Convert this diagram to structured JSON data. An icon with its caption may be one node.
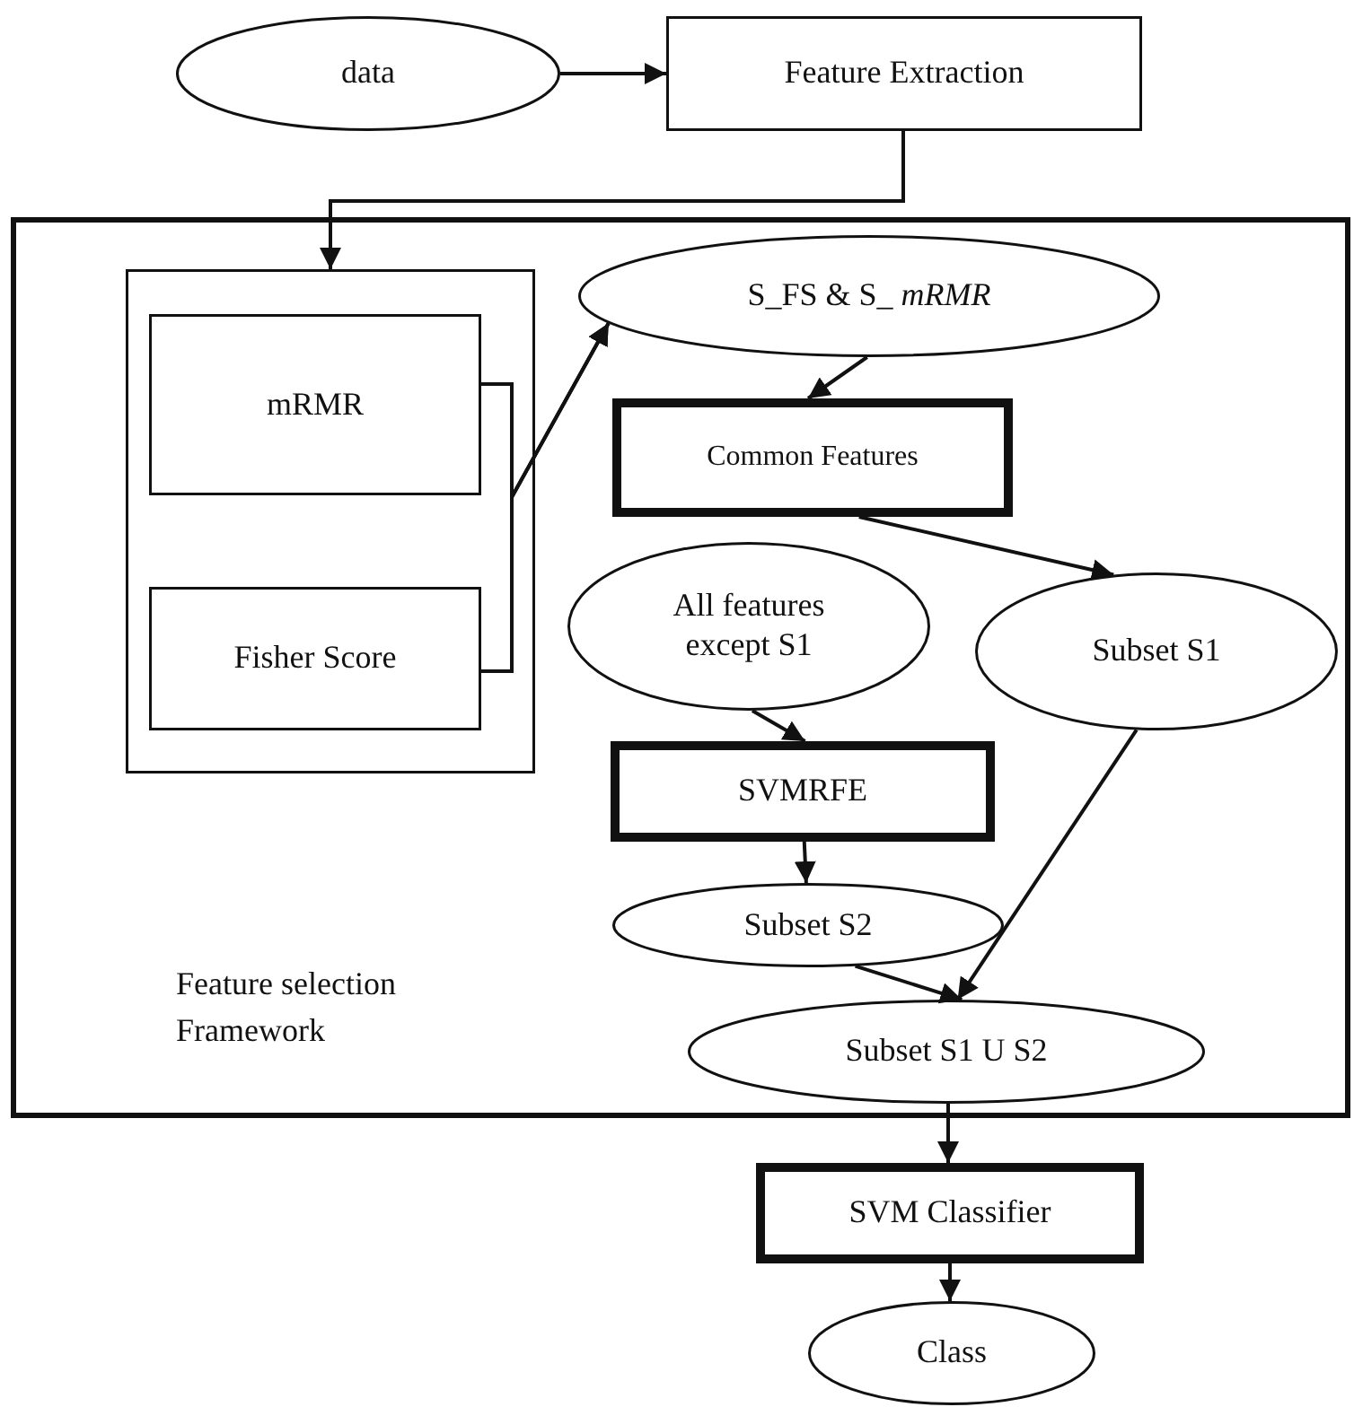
{
  "diagram": {
    "nodes": [
      {
        "text": [
          "data"
        ]
      },
      {
        "text": [
          "Feature Extraction"
        ]
      },
      {
        "text": [
          "Feature selection Framework"
        ]
      },
      {
        "text": [],
        "shape": "box",
        "in": 2
      },
      {
        "text": [
          "mRMR"
        ],
        "in": 3
      },
      {
        "text": [
          "Fisher Score"
        ],
        "in": 3
      },
      {
        "text": [
          "S_FS & S_ *mRMR*"
        ],
        "in": 2
      },
      {
        "text": [
          "Common Features"
        ],
        "in": 2
      },
      {
        "text": [
          "All features except S1"
        ],
        "in": 2
      },
      {
        "text": [
          "Subset S1"
        ],
        "in": 2
      },
      {
        "text": [
          "SVMRFE"
        ],
        "in": 2
      },
      {
        "text": [
          "Subset S2"
        ],
        "in": 2
      },
      {
        "text": [
          "Subset S1 U S2"
        ],
        "in": 2
      },
      {
        "text": [
          "SVM Classifier"
        ]
      },
      {
        "text": [
          "Class"
        ]
      }
    ],
    "edges": [
      {
        "from": 0,
        "to": 1,
        "arrow": "to"
      },
      {
        "from": 1,
        "to": 3,
        "arrow": "to"
      },
      {
        "from": 4,
        "to": 6,
        "arrow": "to"
      },
      {
        "from": 5,
        "to": 6,
        "arrow": "to"
      },
      {
        "from": 6,
        "to": 7,
        "arrow": "to"
      },
      {
        "from": 7,
        "to": 9,
        "arrow": "to"
      },
      {
        "from": 8,
        "to": 10,
        "arrow": "to"
      },
      {
        "from": 10,
        "to": 11,
        "arrow": "to"
      },
      {
        "from": 11,
        "to": 12,
        "arrow": "to"
      },
      {
        "from": 9,
        "to": 12,
        "arrow": "to"
      },
      {
        "from": 12,
        "to": 13,
        "arrow": "to"
      },
      {
        "from": 13,
        "to": 14,
        "arrow": "to"
      }
    ]
  }
}
